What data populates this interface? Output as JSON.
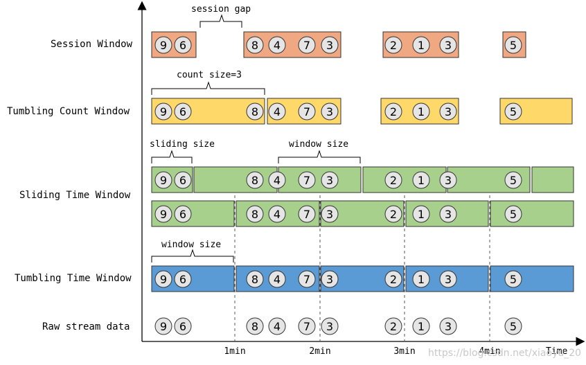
{
  "rows": [
    {
      "id": "session",
      "label": "Session Window"
    },
    {
      "id": "count",
      "label": "Tumbling Count Window"
    },
    {
      "id": "sliding",
      "label": "Sliding Time Window"
    },
    {
      "id": "tumbling",
      "label": "Tumbling Time Window"
    },
    {
      "id": "raw",
      "label": "Raw stream data"
    }
  ],
  "annotations": {
    "session_gap": "session gap",
    "count_size": "count size=3",
    "sliding_size": "sliding size",
    "window_size_sliding": "window size",
    "window_size_tumbling": "window size"
  },
  "axis": {
    "ticks": [
      "1min",
      "2min",
      "3min",
      "4min"
    ],
    "time_label": "Time"
  },
  "watermark": "https://blog.csdn.net/xiaoyu_20",
  "events": [
    "9",
    "6",
    "8",
    "4",
    "7",
    "3",
    "2",
    "1",
    "3",
    "5"
  ],
  "colors": {
    "session": "#f0a882",
    "count": "#fed869",
    "sliding": "#a8d08d",
    "tumbling": "#5b9bd5",
    "circle_fill": "#e5e5e5"
  }
}
